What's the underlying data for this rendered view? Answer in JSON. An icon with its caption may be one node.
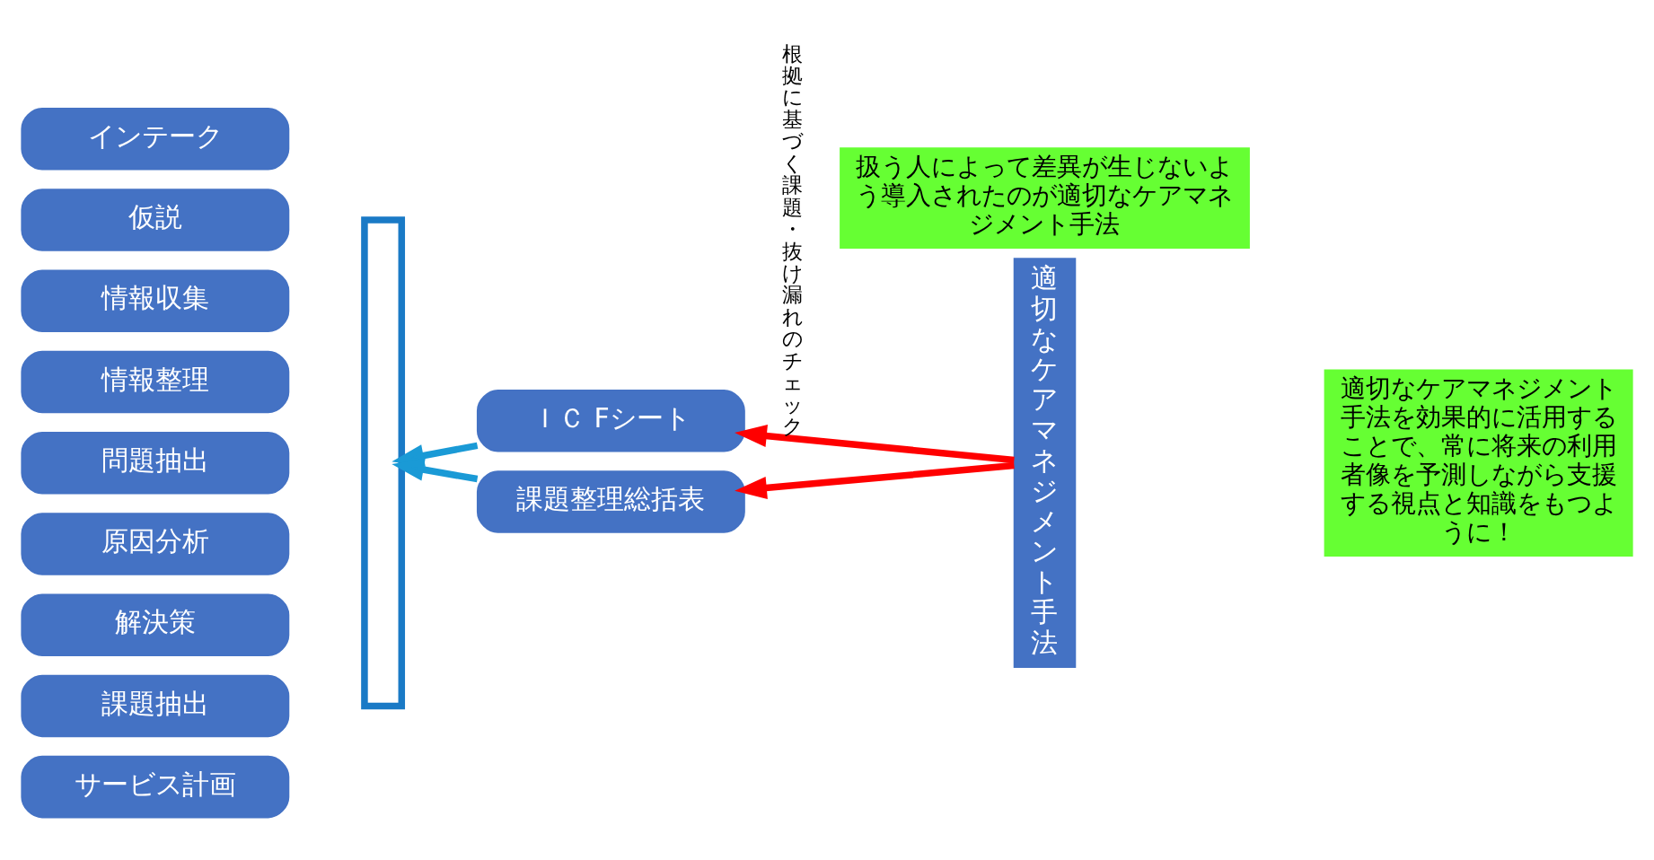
{
  "diagram": {
    "nodes": [
      {
        "text": [
          "インテーク"
        ]
      },
      {
        "text": [
          "仮説"
        ]
      },
      {
        "text": [
          "情報収集"
        ]
      },
      {
        "text": [
          "情報整理"
        ]
      },
      {
        "text": [
          "問題抽出"
        ]
      },
      {
        "text": [
          "原因分析"
        ]
      },
      {
        "text": [
          "解決策"
        ]
      },
      {
        "text": [
          "課題抽出"
        ]
      },
      {
        "text": [
          "サービス計画"
        ]
      },
      {
        "text": [
          "ＩＣ Fシート"
        ]
      },
      {
        "text": [
          "課題整理総括表"
        ]
      },
      {
        "text": [
          "扱う人によって差異が生じないよう導入されたのが適切なケアマネジメント手法"
        ]
      },
      {
        "text": [
          "適切なケアマネジメント手法"
        ]
      },
      {
        "text": [
          "適切なケアマネジメント手法を効果的に活用することで、常に将来の利用者像を予測しながら支援する視点と知識をもつように！"
        ]
      },
      {
        "text": [],
        "shape": "bracket"
      }
    ],
    "edges": [
      {
        "from": 12,
        "to": 9,
        "arrow": "to",
        "color": "#ff0000",
        "label": "根拠に基づく課題・抜け漏れのチェック"
      },
      {
        "from": 12,
        "to": 10,
        "arrow": "to",
        "color": "#ff0000"
      },
      {
        "from": 9,
        "to": 14,
        "arrow": "to",
        "color": "#1a9ad6"
      },
      {
        "from": 10,
        "to": 14,
        "arrow": "to",
        "color": "#1a9ad6"
      }
    ]
  }
}
